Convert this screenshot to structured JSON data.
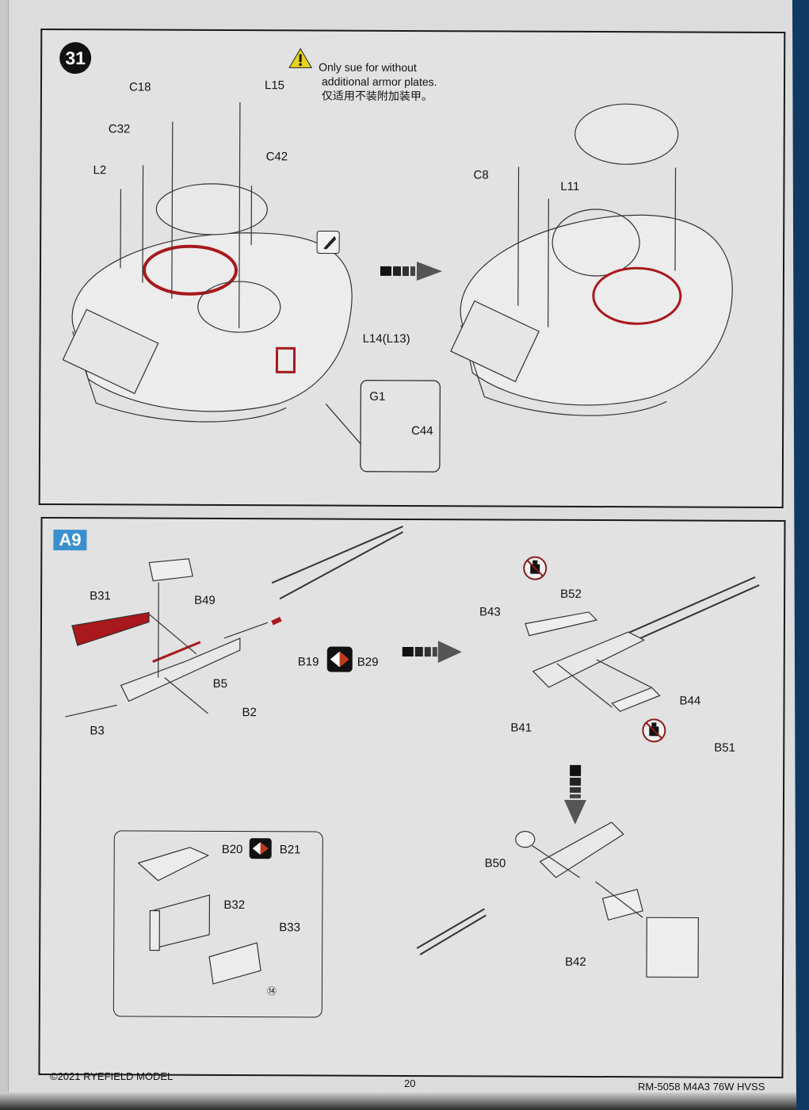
{
  "page": {
    "copyright": "©2021 RYEFIELD MODEL",
    "page_number": "20",
    "model_code": "RM-5058 M4A3 76W HVSS"
  },
  "step31": {
    "number": "31",
    "note_line1": "Only sue for without",
    "note_line2": "additional armor plates.",
    "note_cn": "仅适用不装附加装甲。",
    "labels": {
      "c18": "C18",
      "l15": "L15",
      "c32": "C32",
      "c42": "C42",
      "l2": "L2",
      "c8": "C8",
      "l11": "L11",
      "l14": "L14(L13)",
      "g1": "G1",
      "c44": "C44"
    },
    "icons": [
      "warning-icon",
      "knife-cut-icon",
      "next-step-arrow-icon"
    ]
  },
  "stepA9": {
    "badge": "A9",
    "labels": {
      "b31": "B31",
      "b49": "B49",
      "b5": "B5",
      "b3": "B3",
      "b2": "B2",
      "b19": "B19",
      "b29": "B29",
      "b43": "B43",
      "b52": "B52",
      "b44": "B44",
      "b41": "B41",
      "b51": "B51",
      "b50": "B50",
      "b42": "B42",
      "b20": "B20",
      "b21": "B21",
      "b32": "B32",
      "b33": "B33",
      "decal": "⑭"
    },
    "icons": [
      "swap-part-icon",
      "no-glue-icon",
      "next-step-arrow-icon",
      "down-arrow-icon"
    ]
  },
  "colors": {
    "accent_red": "#a8181c",
    "badge_blue": "#3a8fcf",
    "warning_yellow": "#e8d21a"
  }
}
